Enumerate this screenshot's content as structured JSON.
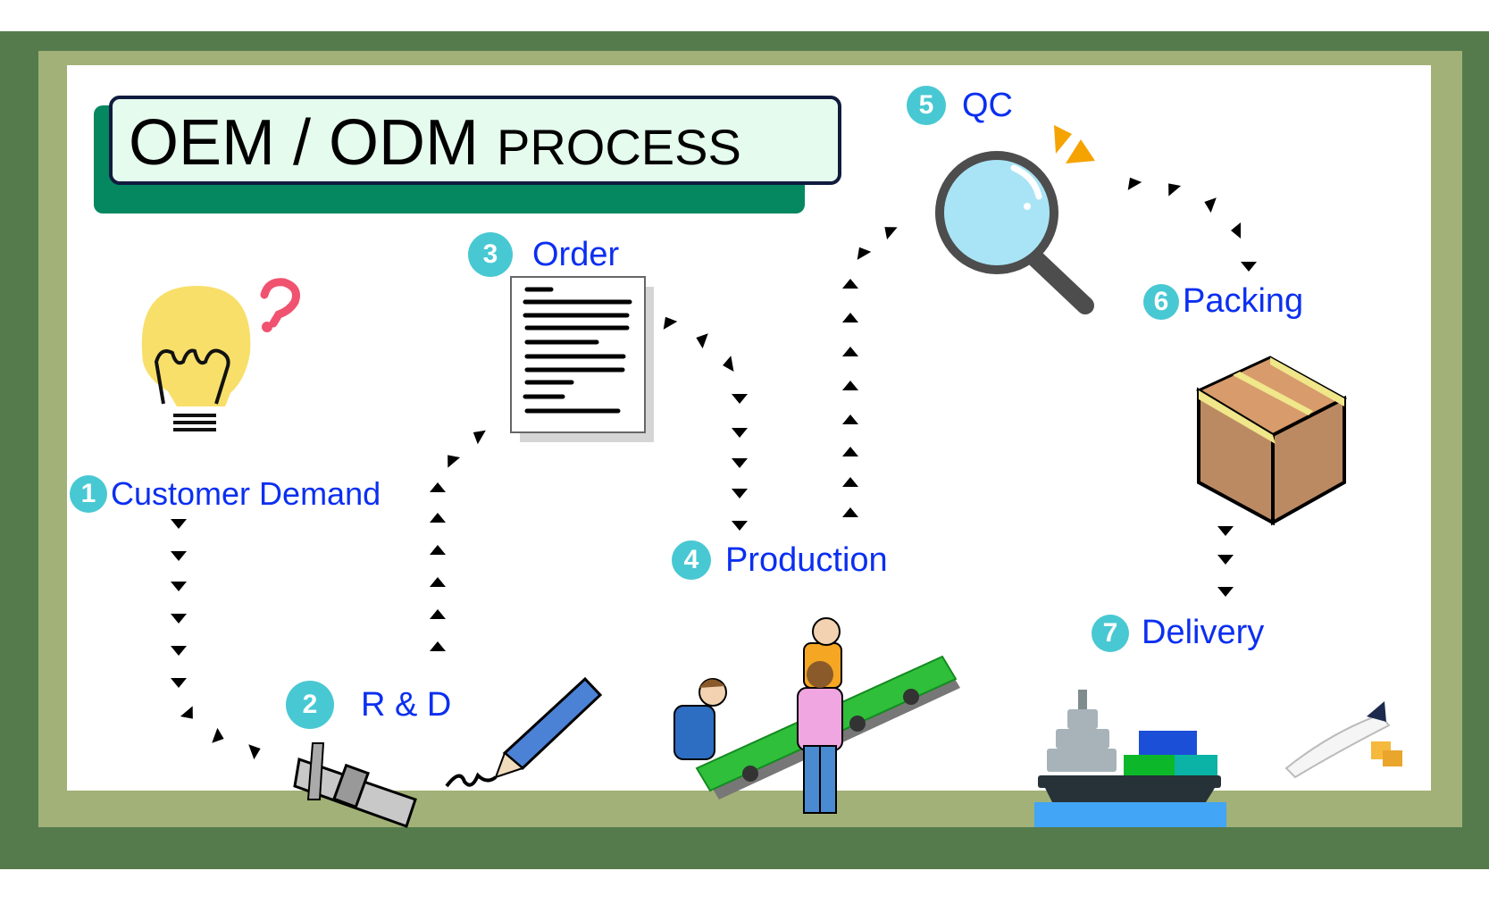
{
  "title": {
    "main": "OEM / ODM",
    "sub": "PROCESS"
  },
  "steps": [
    {
      "number": "1",
      "label": "Customer Demand",
      "icon": "lightbulb-question-icon"
    },
    {
      "number": "2",
      "label": "R & D",
      "icon": "caliper-pencil-icon"
    },
    {
      "number": "3",
      "label": "Order",
      "icon": "document-icon"
    },
    {
      "number": "4",
      "label": "Production",
      "icon": "conveyor-workers-icon"
    },
    {
      "number": "5",
      "label": "QC",
      "icon": "magnifier-icon"
    },
    {
      "number": "6",
      "label": "Packing",
      "icon": "cardboard-box-icon"
    },
    {
      "number": "7",
      "label": "Delivery",
      "icon": "ship-plane-icon"
    }
  ],
  "colors": {
    "frame_outer": "#557b4d",
    "frame_mid": "#a2b177",
    "title_accent": "#058760",
    "title_bg": "#e5fbee",
    "badge": "#48c8d2",
    "label": "#0b2ff0"
  }
}
